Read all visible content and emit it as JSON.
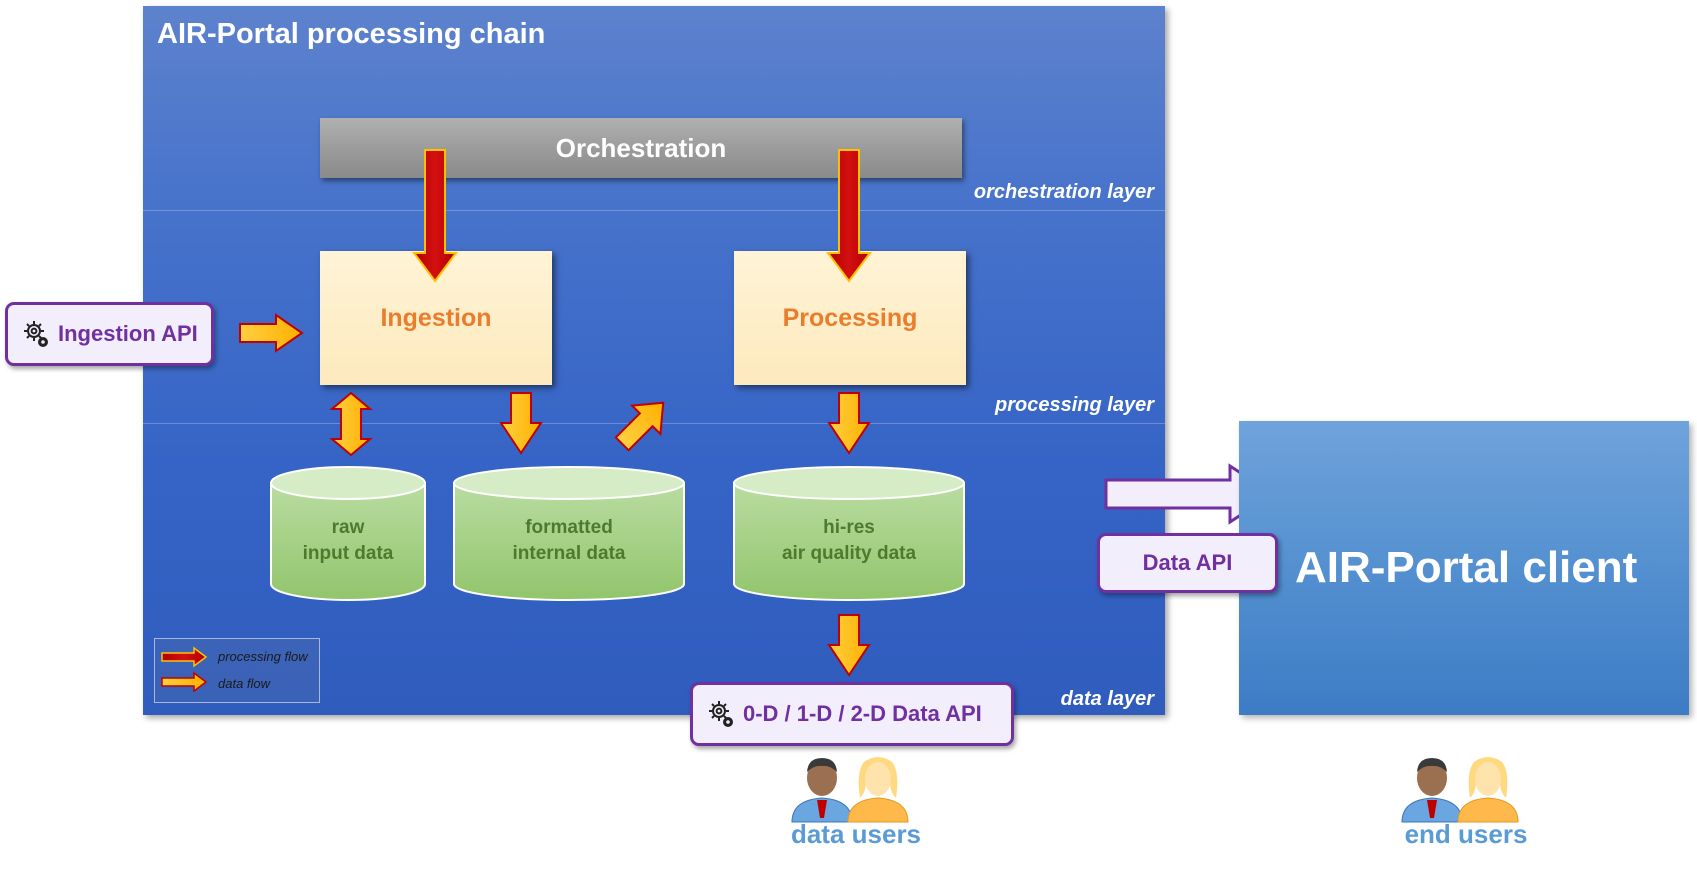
{
  "diagram": {
    "title": "AIR-Portal processing chain",
    "orchestration": "Orchestration",
    "layers": {
      "orchestration": "orchestration  layer",
      "processing": "processing layer",
      "data": "data layer"
    },
    "boxes": {
      "ingestion": "Ingestion",
      "processing": "Processing"
    },
    "databases": {
      "raw": "raw\ninput data",
      "formatted": "formatted\ninternal data",
      "hires": "hi-res\nair quality data"
    },
    "apis": {
      "ingestion": "Ingestion API",
      "dim": "0-D / 1-D / 2-D Data API",
      "data": "Data API"
    },
    "client": "AIR-Portal client",
    "legend": {
      "processing_flow": "processing flow",
      "data_flow": "data flow"
    },
    "users": {
      "data": "data users",
      "end": "end users"
    },
    "colors": {
      "panel": "#3f6ec8",
      "processing_flow": "#c00000",
      "data_flow": "#ffc000",
      "api_border": "#7030a0",
      "box_text": "#ea7c2c",
      "database": "#a9d18e",
      "client": "#5b9bd5"
    }
  }
}
